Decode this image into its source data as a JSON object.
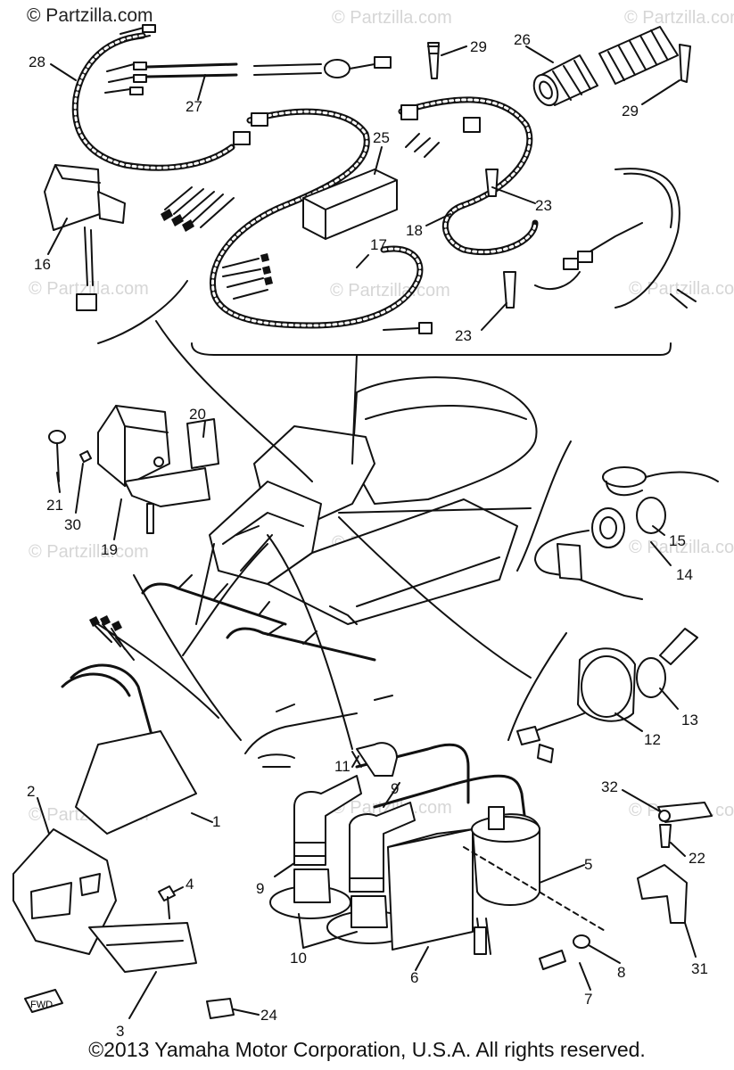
{
  "watermark": {
    "main": "© Partzilla.com",
    "repeat": "© Partzilla.com"
  },
  "copyright": "©2013  Yamaha Motor Corporation, U.S.A. All rights reserved.",
  "fwd_label": "FWD",
  "callouts": {
    "c1": "1",
    "c2": "2",
    "c3": "3",
    "c4": "4",
    "c5": "5",
    "c6": "6",
    "c7": "7",
    "c8": "8",
    "c9a": "9",
    "c9b": "9",
    "c10": "10",
    "c11": "11",
    "c12": "12",
    "c13": "13",
    "c14": "14",
    "c15": "15",
    "c16": "16",
    "c17": "17",
    "c18": "18",
    "c19": "19",
    "c20": "20",
    "c21": "21",
    "c22": "22",
    "c23a": "23",
    "c23b": "23",
    "c24": "24",
    "c25": "25",
    "c26": "26",
    "c27": "27",
    "c28": "28",
    "c29a": "29",
    "c29b": "29",
    "c30": "30",
    "c31": "31",
    "c32": "32"
  }
}
